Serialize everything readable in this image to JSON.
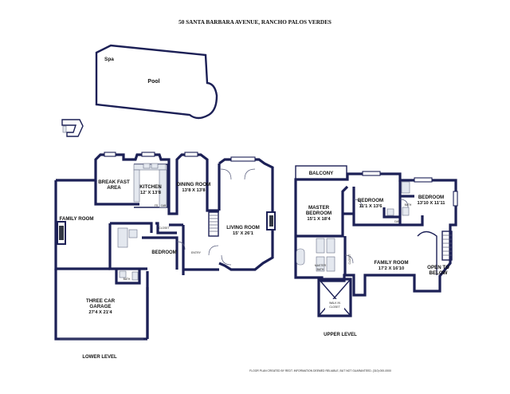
{
  "title": "50 SANTA BARBARA AVENUE, RANCHO PALOS VERDES",
  "outdoor": {
    "spa": "Spa",
    "pool": "Pool"
  },
  "lower_level": {
    "label": "LOWER LEVEL",
    "rooms": {
      "breakfast": [
        "BREAK FAST",
        "AREA"
      ],
      "kitchen": [
        "KITCHEN",
        "12' X 13'8"
      ],
      "dining": [
        "DINING ROOM",
        "13'8 X 13'8"
      ],
      "family": [
        "FAMILY ROOM"
      ],
      "living": [
        "LIVING ROOM",
        "15' X 26'1"
      ],
      "bedroom": [
        "BEDROOM"
      ],
      "garage": [
        "THREE CAR",
        "GARAGE",
        "27'4 X 21'4"
      ],
      "closet": "CLOSET",
      "entry": "ENTRY",
      "bath": "BATH",
      "frig": "FR",
      "cab": "CAB"
    }
  },
  "upper_level": {
    "label": "UPPER LEVEL",
    "rooms": {
      "balcony": "BALCONY",
      "master_bedroom": [
        "MASTER",
        "BEDROOM",
        "15'1 X 18'4"
      ],
      "bedroom1": [
        "BEDROOM",
        "11'1 X 13'6"
      ],
      "bedroom2": [
        "BEDROOM",
        "13'10 X 11'11"
      ],
      "family": [
        "FAMILY ROOM",
        "17'2 X 16'10"
      ],
      "open": [
        "OPEN TO",
        "BELOW"
      ],
      "master_bath": [
        "MASTER",
        "BATH"
      ],
      "walkin": [
        "WALK IN",
        "CLOSET"
      ],
      "closet": "CLOSET",
      "bath": "BATH",
      "cab": "CAB"
    }
  },
  "footer": "FLOOR PLAN CREATED BY REDT. INFORMATION DEEMED RELIABLE, BUT NOT GUARANTEED. (310) 000-0000"
}
